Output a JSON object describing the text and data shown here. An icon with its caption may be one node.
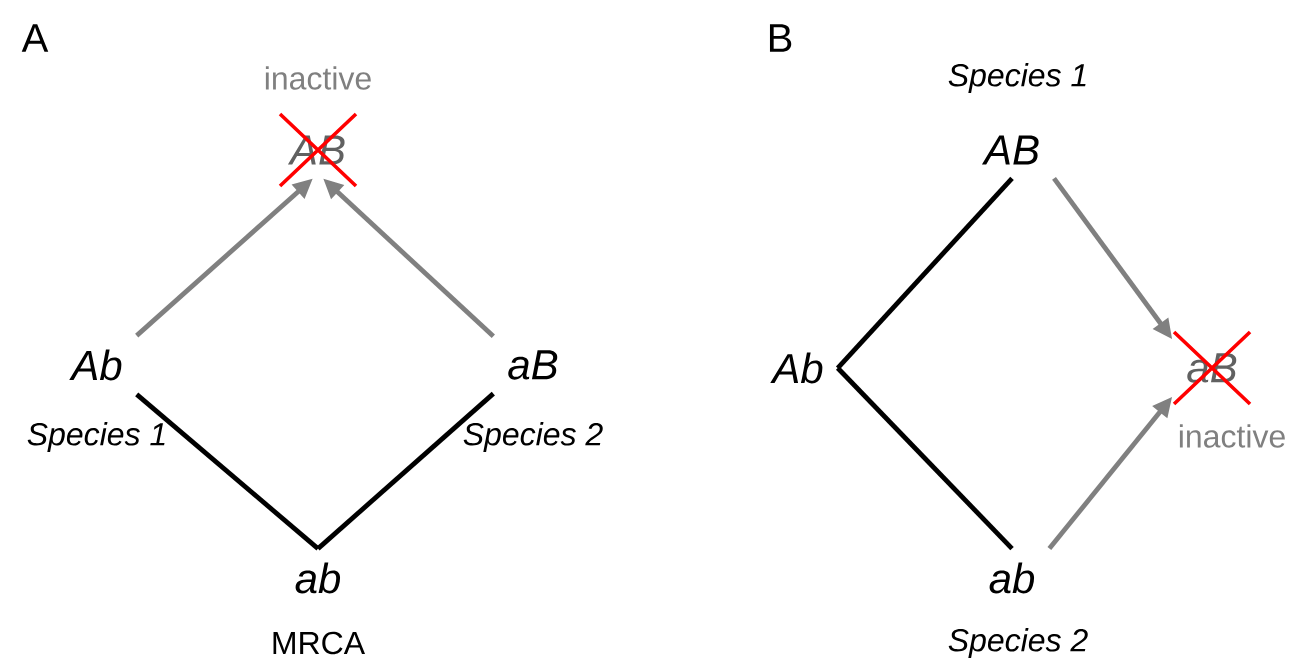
{
  "diagram": {
    "nodes": [
      {
        "text": [
          "*AB*"
        ],
        "beside": [
          "inactive"
        ]
      },
      {
        "text": [
          "*Ab*"
        ],
        "beside": [
          "Species 1"
        ]
      },
      {
        "text": [
          "*aB*"
        ],
        "beside": [
          "Species 2"
        ]
      },
      {
        "text": [
          "*ab*"
        ],
        "beside": [
          "MRCA"
        ]
      },
      {
        "text": [
          "*AB*"
        ],
        "beside": [
          "Species 1"
        ]
      },
      {
        "text": [
          "*Ab*"
        ]
      },
      {
        "text": [
          "*aB*"
        ],
        "beside": [
          "inactive"
        ]
      },
      {
        "text": [
          "*ab*"
        ],
        "beside": [
          "Species 2"
        ]
      }
    ],
    "edges": [
      {
        "from": 1,
        "to": 0,
        "arrow": "to",
        "color": "#808080"
      },
      {
        "from": 2,
        "to": 0,
        "arrow": "to",
        "color": "#808080"
      },
      {
        "from": 1,
        "to": 3,
        "arrow": "none",
        "color": "#000000"
      },
      {
        "from": 2,
        "to": 3,
        "arrow": "none",
        "color": "#000000"
      },
      {
        "from": 5,
        "to": 4,
        "arrow": "none",
        "color": "#000000"
      },
      {
        "from": 5,
        "to": 7,
        "arrow": "none",
        "color": "#000000"
      },
      {
        "from": 4,
        "to": 6,
        "arrow": "to",
        "color": "#808080"
      },
      {
        "from": 7,
        "to": 6,
        "arrow": "to",
        "color": "#808080"
      }
    ],
    "labels": [
      "A",
      "B"
    ]
  }
}
